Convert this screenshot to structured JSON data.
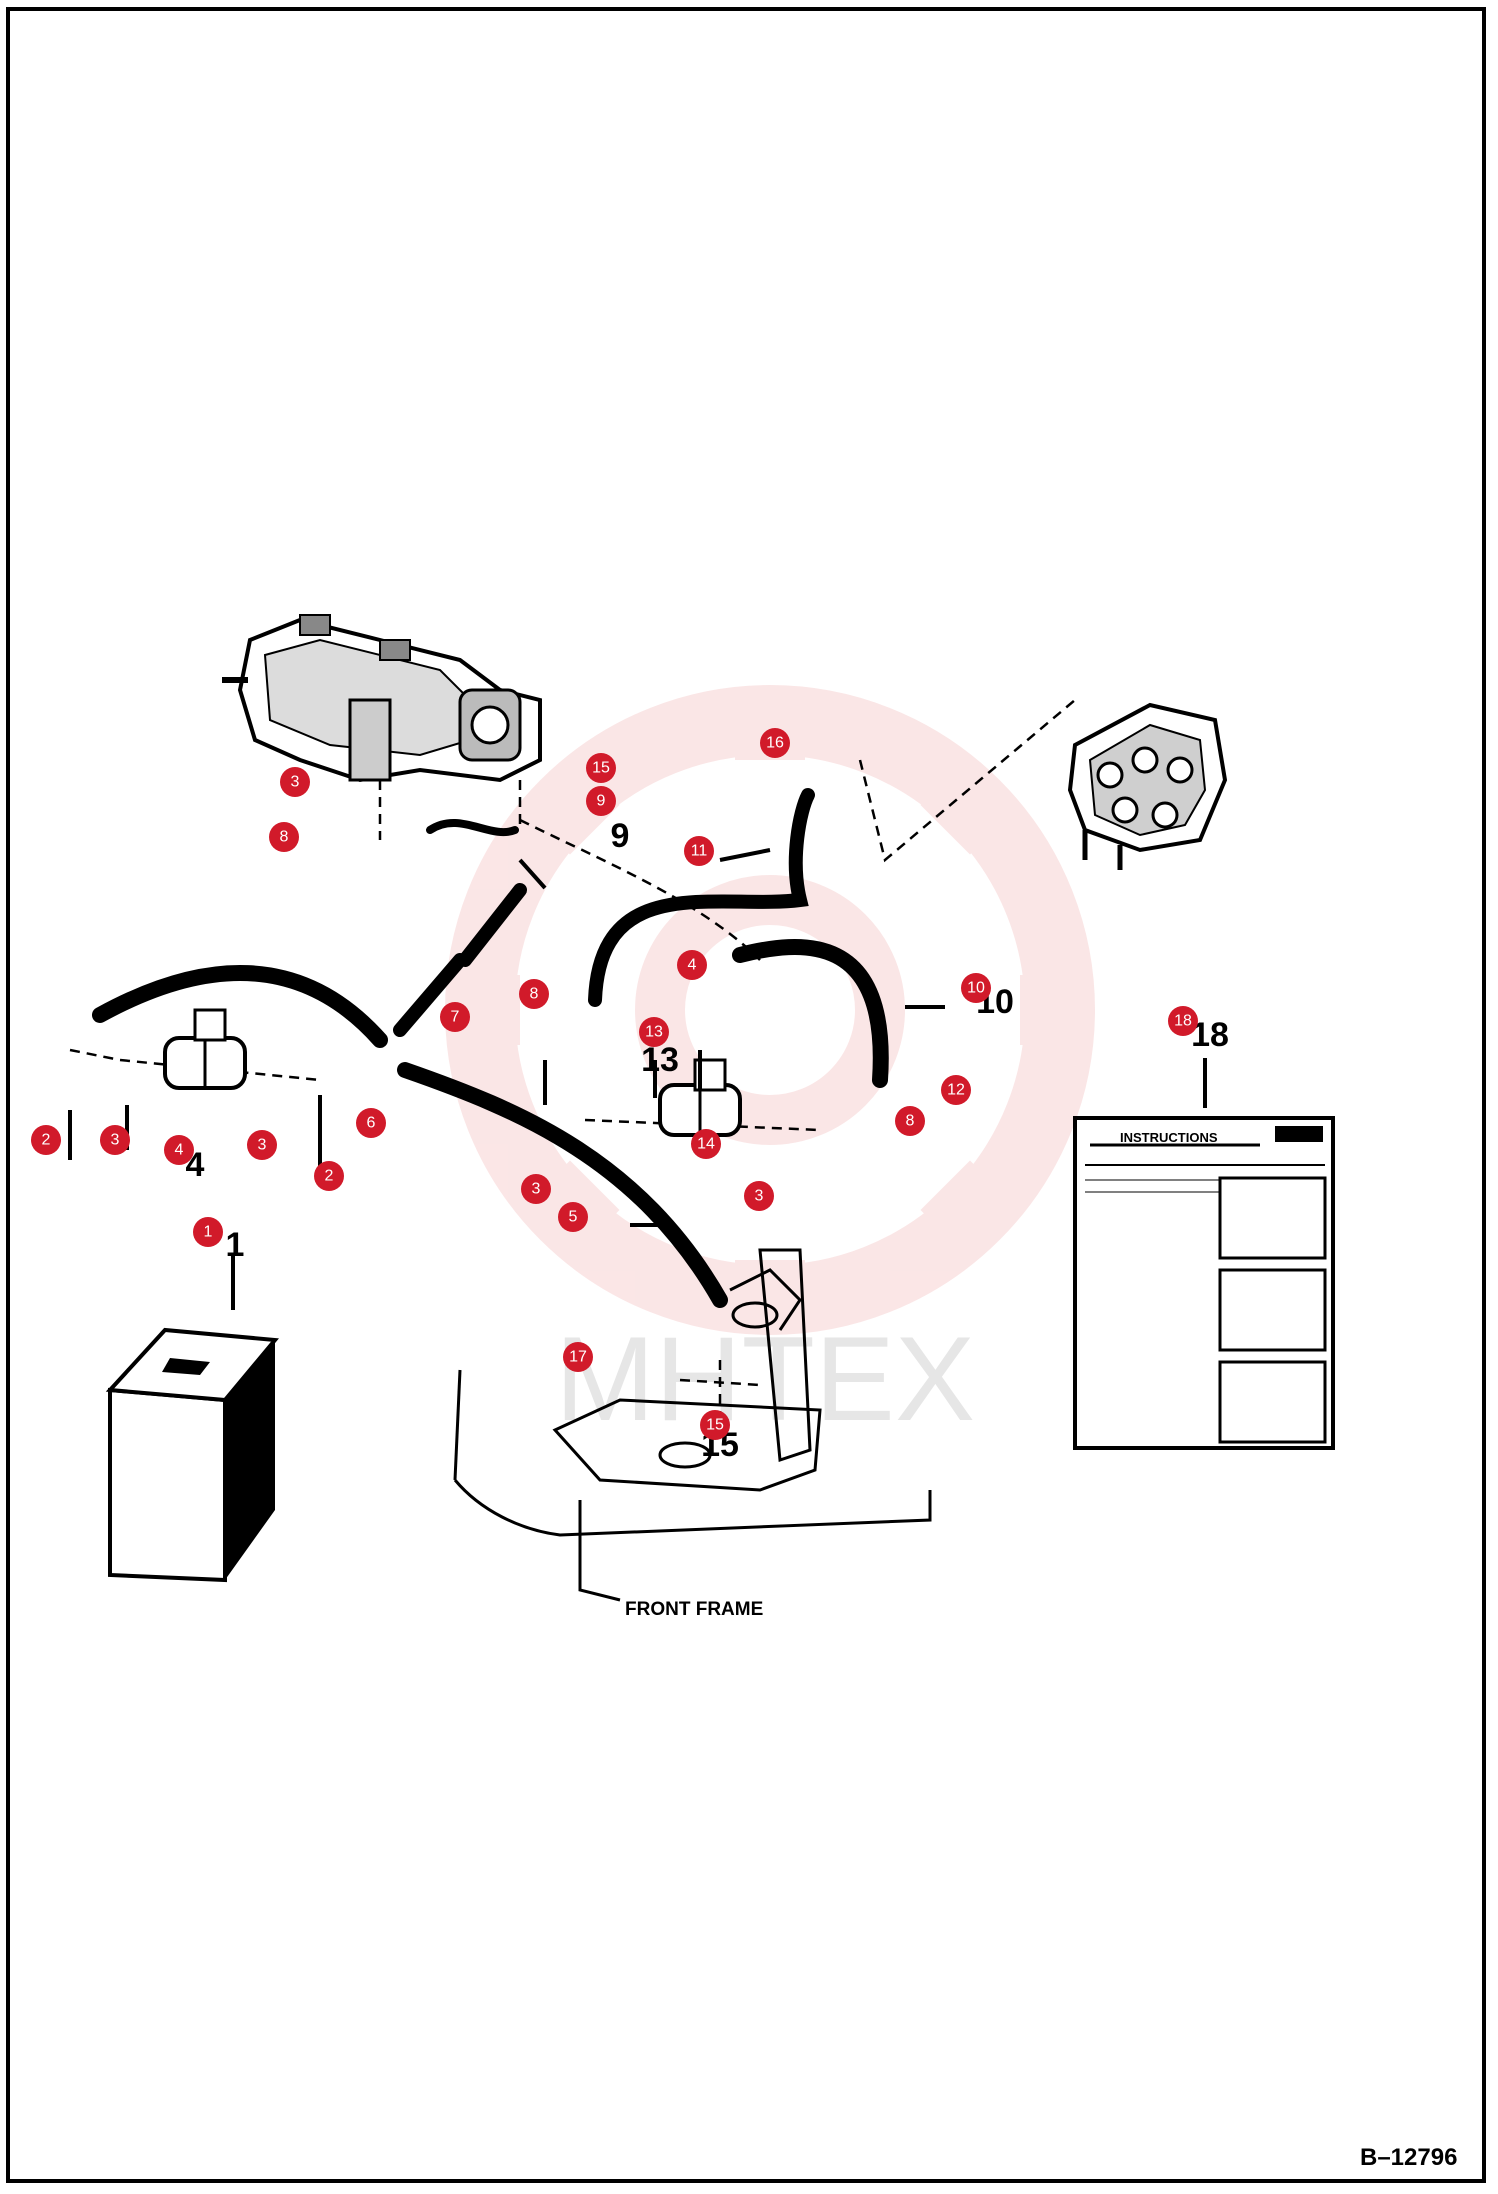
{
  "diagram": {
    "reference": "B–12796",
    "frame_label": "FRONT FRAME",
    "decal_title": "INSTRUCTIONS",
    "watermark": "MHTEX",
    "callout_color": "#d11a2a",
    "callouts": [
      "1",
      "2",
      "2",
      "3",
      "3",
      "3",
      "3",
      "3",
      "4",
      "4",
      "5",
      "6",
      "7",
      "8",
      "8",
      "8",
      "9",
      "10",
      "11",
      "12",
      "13",
      "14",
      "15",
      "15",
      "16",
      "17",
      "18"
    ]
  }
}
